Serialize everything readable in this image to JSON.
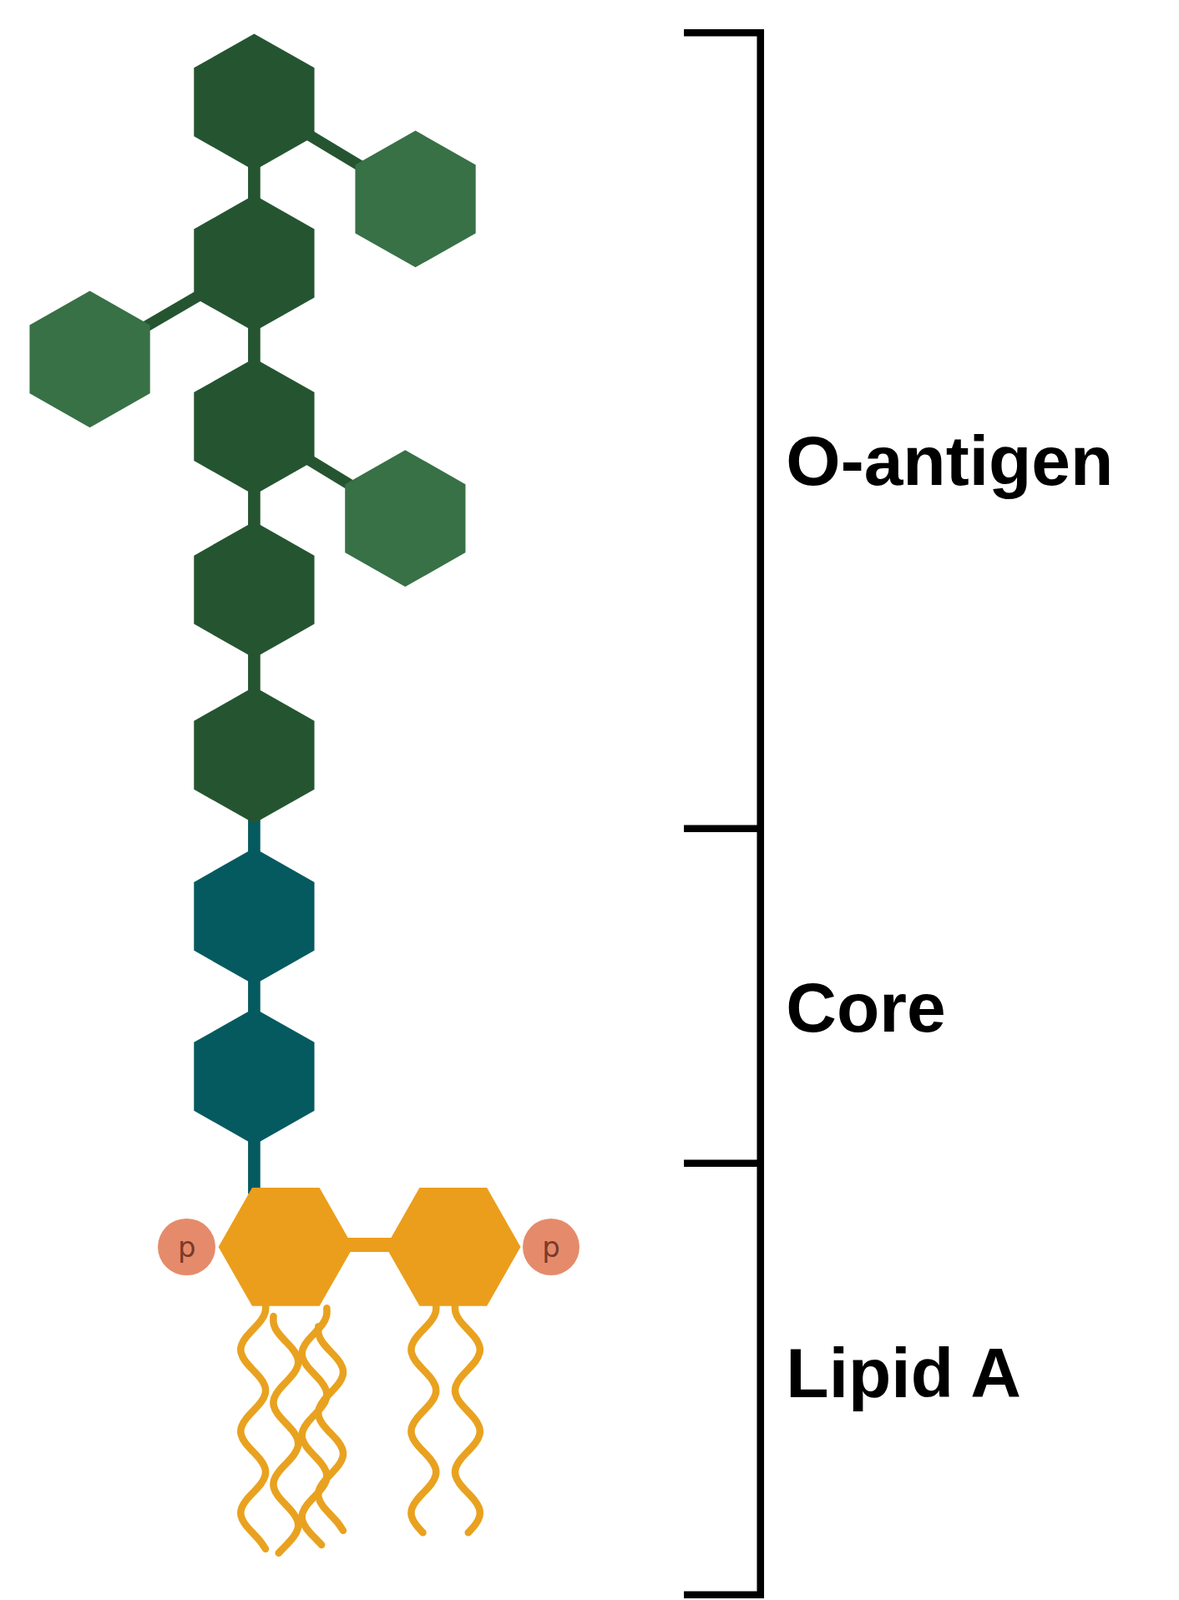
{
  "diagram": {
    "nodes": [
      {
        "text": [
          "p"
        ]
      },
      {
        "text": [
          "p"
        ]
      }
    ],
    "labels": [
      "O-antigen",
      "Core",
      "Lipid A"
    ]
  }
}
